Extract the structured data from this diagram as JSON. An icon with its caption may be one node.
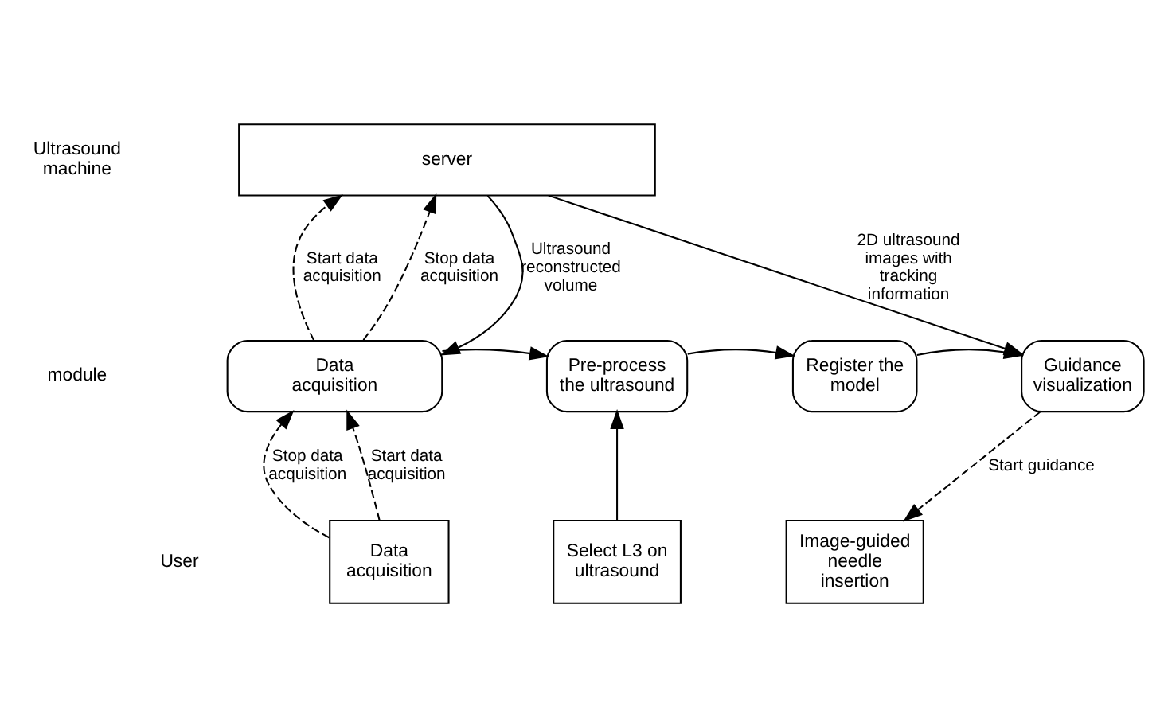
{
  "diagram": {
    "nodes": [
      {
        "text": [
          "server"
        ]
      },
      {
        "text": [
          "Data acquisition"
        ]
      },
      {
        "text": [
          "Pre-process the ultrasound"
        ]
      },
      {
        "text": [
          "Register the model"
        ]
      },
      {
        "text": [
          "Guidance visualization"
        ]
      },
      {
        "text": [
          "Data acquisition"
        ]
      },
      {
        "text": [
          "Select L3 on ultrasound"
        ]
      },
      {
        "text": [
          "Image-guided needle insertion"
        ]
      }
    ],
    "edges": [
      {
        "from": 1,
        "to": 0,
        "arrow": "to",
        "style": "dashed",
        "label": "Start data acquisition"
      },
      {
        "from": 1,
        "to": 0,
        "arrow": "to",
        "style": "dashed",
        "label": "Stop data acquisition"
      },
      {
        "from": 0,
        "to": 1,
        "arrow": "to",
        "label": "Ultrasound reconstructed volume"
      },
      {
        "from": 0,
        "to": 4,
        "arrow": "to",
        "label": "2D ultrasound images with tracking information"
      },
      {
        "from": 1,
        "to": 2,
        "arrow": "to"
      },
      {
        "from": 2,
        "to": 3,
        "arrow": "to"
      },
      {
        "from": 3,
        "to": 4,
        "arrow": "to"
      },
      {
        "from": 5,
        "to": 1,
        "arrow": "to",
        "style": "dashed",
        "label": "Start data acquisition"
      },
      {
        "from": 5,
        "to": 1,
        "arrow": "to",
        "style": "dashed",
        "label": "Stop data acquisition"
      },
      {
        "from": 6,
        "to": 2,
        "arrow": "to"
      },
      {
        "from": 4,
        "to": 7,
        "arrow": "to",
        "style": "dashed",
        "label": "Start guidance"
      }
    ],
    "labels": [
      "Ultrasound machine",
      "module",
      "User"
    ]
  }
}
